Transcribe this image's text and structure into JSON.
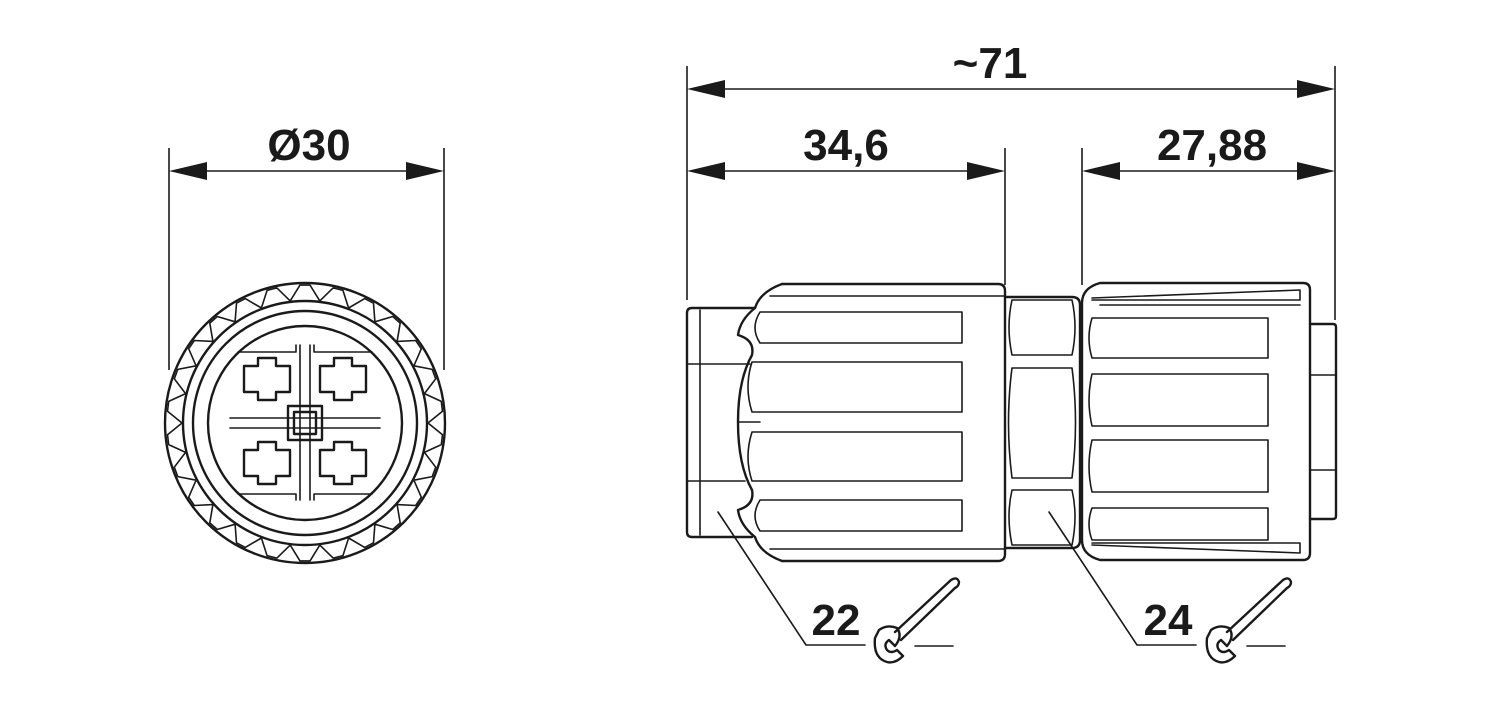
{
  "drawing": {
    "dimensions": {
      "diameter": "Ø30",
      "overall_length": "~71",
      "front_length": "34,6",
      "rear_length": "27,88"
    },
    "wrench_sizes": {
      "front": "22",
      "rear": "24"
    },
    "icons": {
      "wrench": "open-end-wrench-icon"
    }
  }
}
